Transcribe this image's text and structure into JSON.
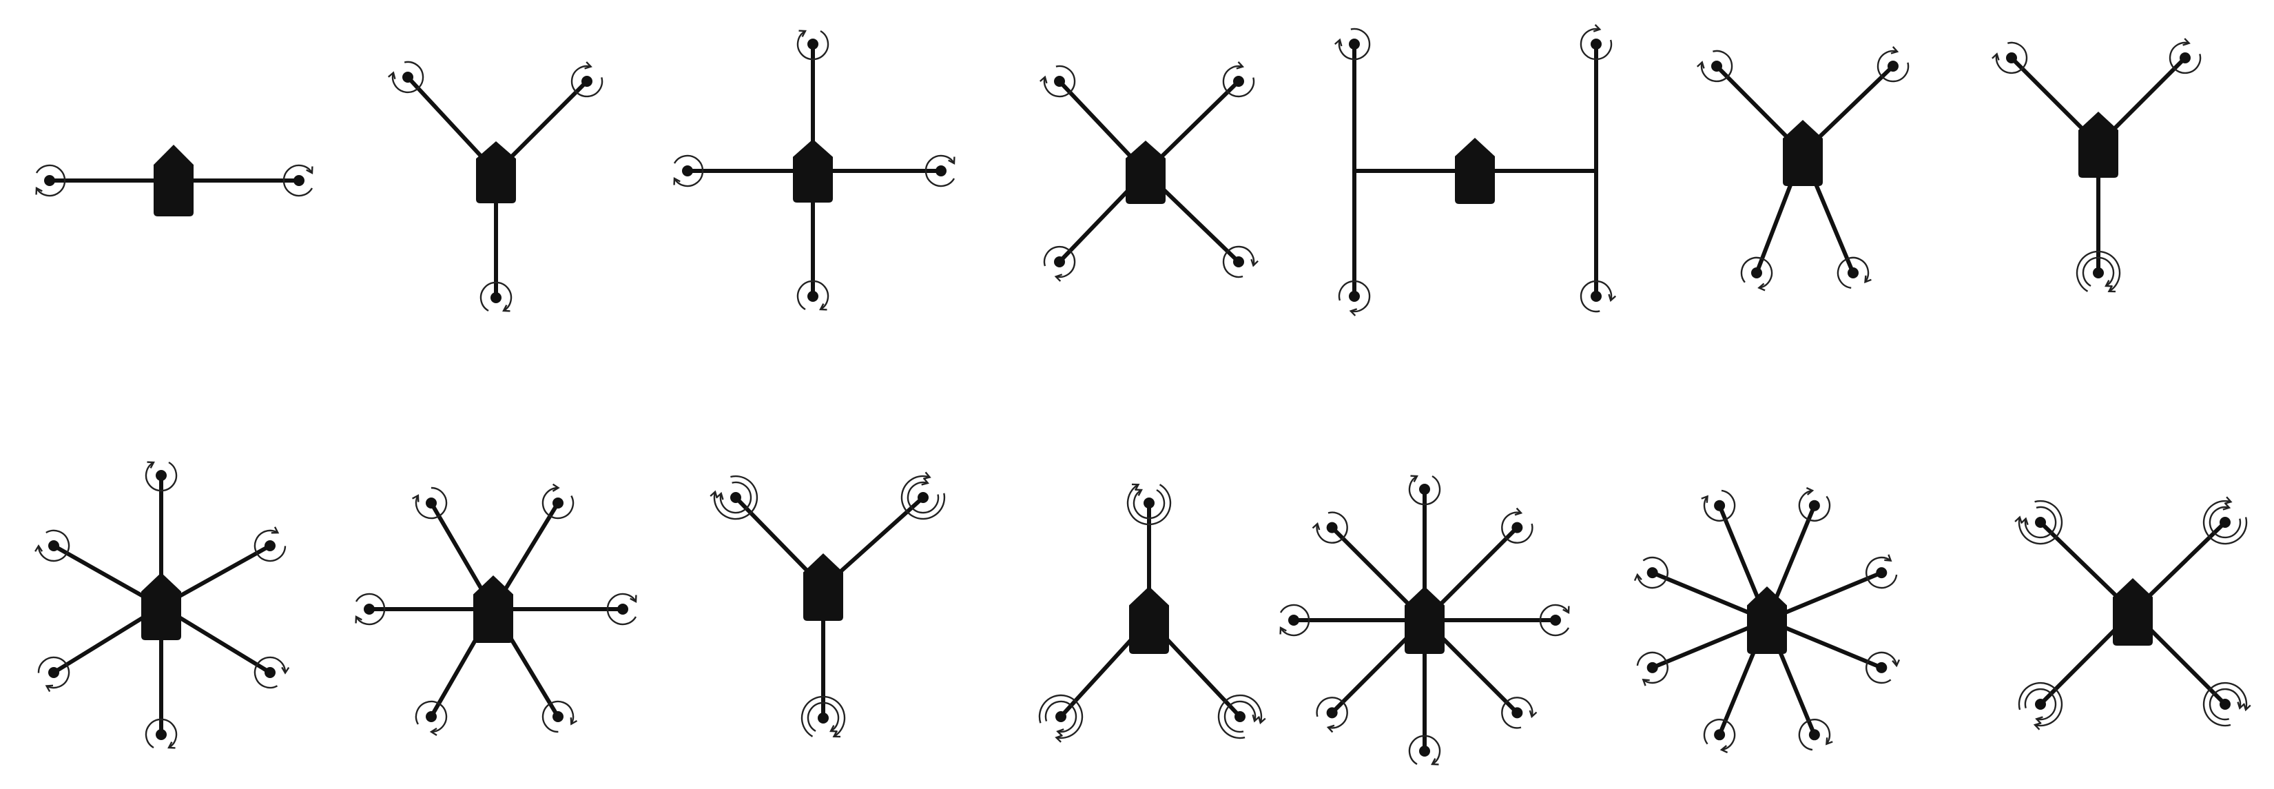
{
  "colors": {
    "background": "#ffffff",
    "frame": "#111111",
    "rotor": "#222222"
  },
  "configurations": [
    {
      "id": "bicopter",
      "rotors": 2
    },
    {
      "id": "tricopter-y",
      "rotors": 3
    },
    {
      "id": "quad-plus",
      "rotors": 4
    },
    {
      "id": "quad-x",
      "rotors": 4
    },
    {
      "id": "quad-h",
      "rotors": 4
    },
    {
      "id": "quad-v",
      "rotors": 4
    },
    {
      "id": "y4",
      "rotors": 4
    },
    {
      "id": "hexa-x",
      "rotors": 6
    },
    {
      "id": "hexa-plus",
      "rotors": 6
    },
    {
      "id": "y6",
      "rotors": 6
    },
    {
      "id": "y6-inverted",
      "rotors": 6
    },
    {
      "id": "octo-plus",
      "rotors": 8
    },
    {
      "id": "octo-x",
      "rotors": 8
    },
    {
      "id": "x8",
      "rotors": 8
    }
  ]
}
